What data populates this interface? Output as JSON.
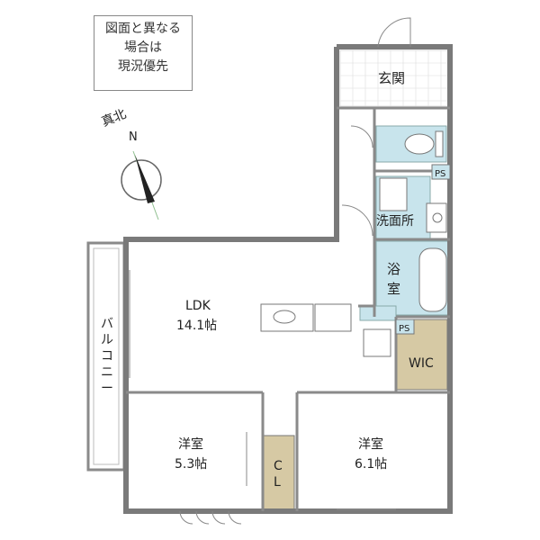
{
  "note": {
    "line1": "図面と異なる",
    "line2": "場合は",
    "line3": "現況優先"
  },
  "compass": {
    "label": "真北",
    "north_letter": "N"
  },
  "rooms": {
    "genkan": "玄関",
    "senmenjo": "洗面所",
    "yokushitsu_1": "浴",
    "yokushitsu_2": "室",
    "ps_upper": "PS",
    "ps_lower": "PS",
    "ldk_name": "LDK",
    "ldk_size": "14.1帖",
    "wic": "WIC",
    "balcony_chars": [
      "バ",
      "ル",
      "コ",
      "ニ",
      "ー"
    ],
    "yoshitsu_left_name": "洋室",
    "yoshitsu_left_size": "5.3帖",
    "cl_1": "C",
    "cl_2": "L",
    "yoshitsu_right_name": "洋室",
    "yoshitsu_right_size": "6.1帖"
  },
  "colors": {
    "wet_area": "#c8e4ec",
    "closet": "#d6c9a4",
    "wall": "#7a7a7a"
  }
}
